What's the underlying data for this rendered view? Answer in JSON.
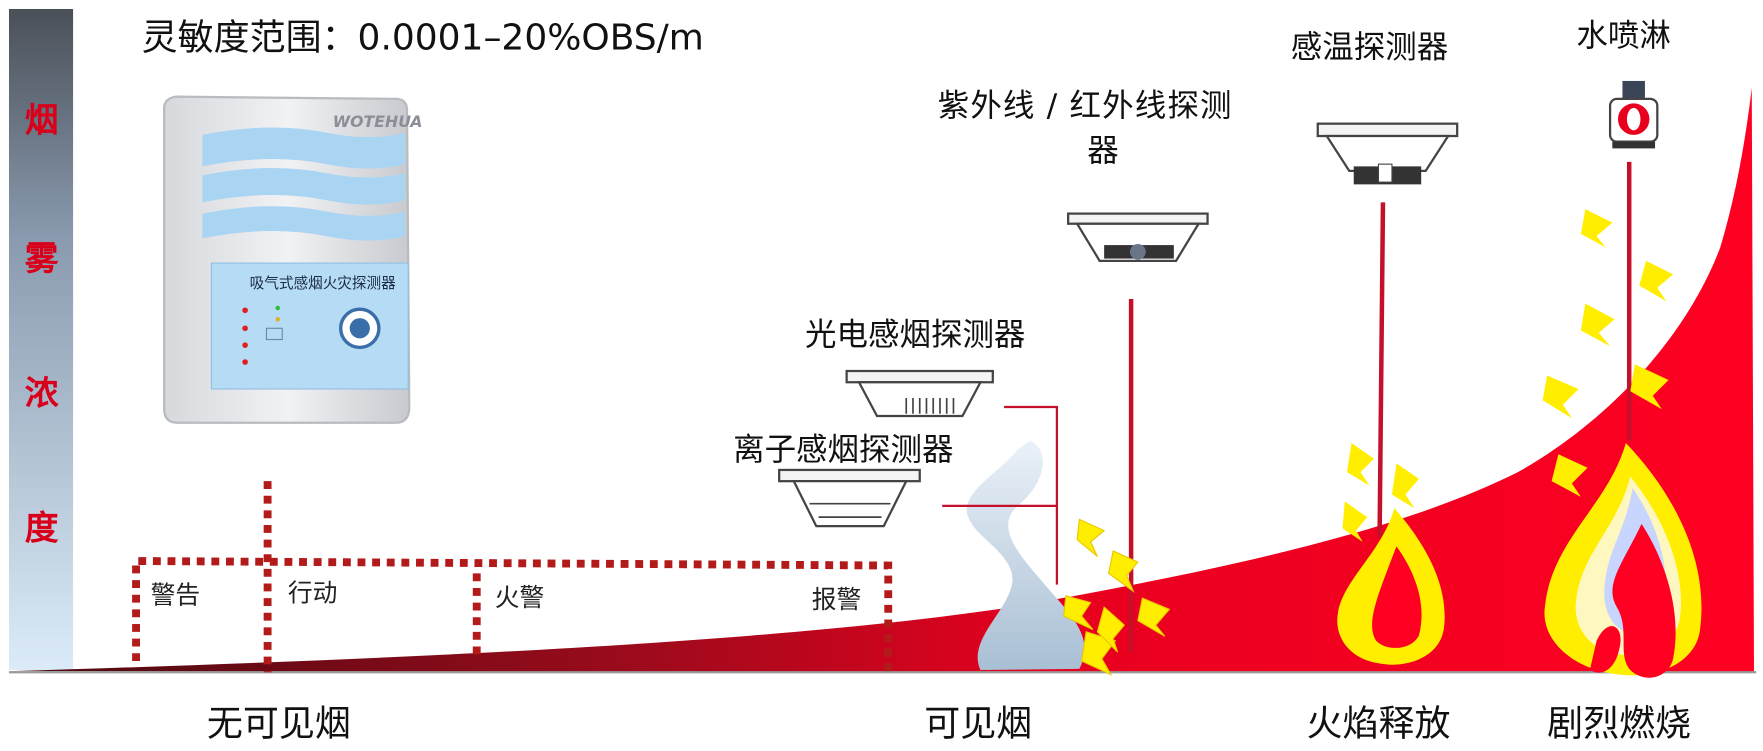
{
  "axis": {
    "chars": [
      "烟",
      "雾",
      "浓",
      "度"
    ]
  },
  "title": "灵敏度范围：0.0001–20%OBS/m",
  "device": {
    "brand": "WOTEHUA",
    "panel_title": "吸气式感烟火灾探测器"
  },
  "detectors": {
    "uv_ir": [
      "紫外线 / 红外线探测",
      "器"
    ],
    "heat": "感温探测器",
    "sprinkler": "水喷淋",
    "photo": "光电感烟探测器",
    "ion": "离子感烟探测器"
  },
  "zones": {
    "warning": "警告",
    "action": "行动",
    "fire": "火警",
    "alarm": "报警"
  },
  "stages": {
    "invisible": "无可见烟",
    "visible": "可见烟",
    "flame": "火焰释放",
    "intense": "剧烈燃烧"
  },
  "colors": {
    "fire_red": "#e8001f",
    "dark_red": "#b0101e",
    "dotted": "#b31b1b",
    "flame_yellow": "#ffee00",
    "axis_top": "#4a5058",
    "axis_bottom": "#dcebf8"
  }
}
